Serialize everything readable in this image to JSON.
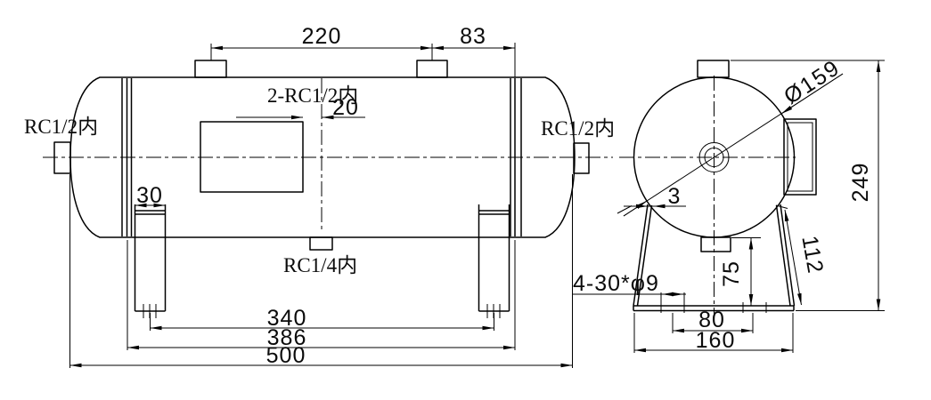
{
  "drawing": {
    "background": "#ffffff",
    "line_color": "#000000",
    "side_view": {
      "labels": {
        "left_port": "RC1/2内",
        "right_port": "RC1/2内",
        "top_ports": "2-RC1/2内",
        "bottom_port": "RC1/4内"
      },
      "dims": {
        "top_port_spacing": "220",
        "port_to_shell_end": "83",
        "nameplate_to_center": "20",
        "leg_width": "30",
        "leg_center_spacing": "340",
        "shell_length": "386",
        "overall_length": "500"
      }
    },
    "end_view": {
      "dims": {
        "shell_diameter": "Ø159",
        "overall_height": "249",
        "leg_plate_thickness": "3",
        "leg_length": "112",
        "shell_to_base": "75",
        "foot_slots": "4-30*φ9",
        "slot_spacing": "80",
        "base_width": "160"
      }
    }
  }
}
